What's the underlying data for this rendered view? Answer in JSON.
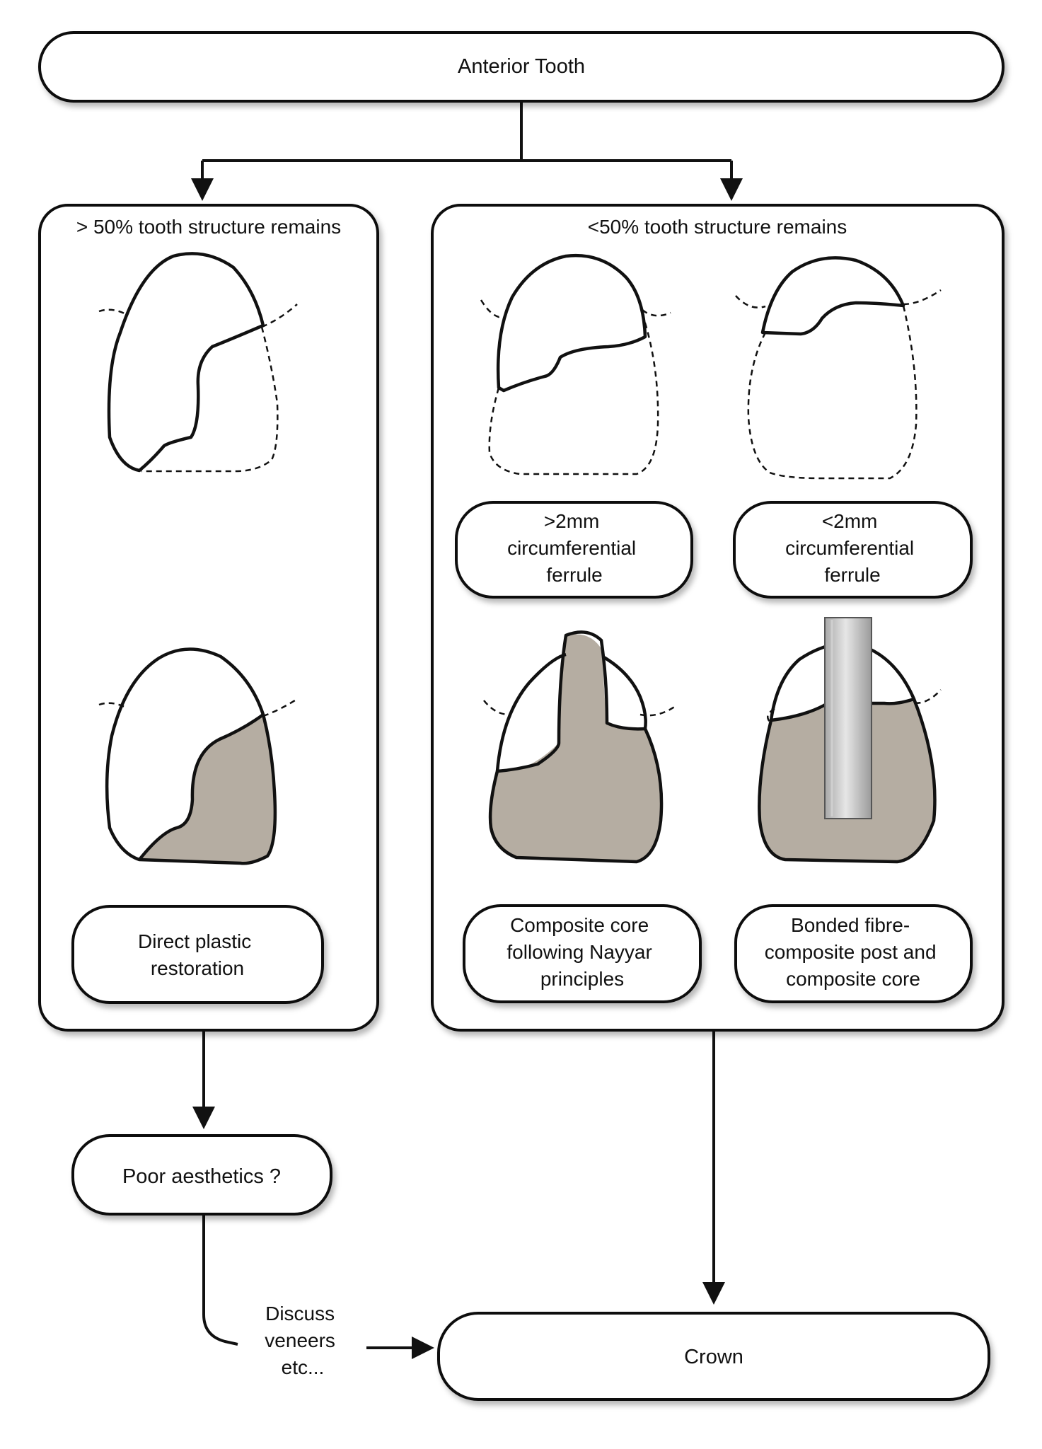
{
  "top": {
    "label": "Anterior Tooth"
  },
  "left_panel": {
    "title": "> 50% tooth structure remains",
    "result": [
      "Direct plastic",
      "restoration"
    ]
  },
  "right_panel": {
    "title": "<50% tooth structure remains",
    "ferrule_more": [
      ">2mm",
      "circumferential",
      "ferrule"
    ],
    "ferrule_less": [
      "<2mm",
      "circumferential",
      "ferrule"
    ],
    "core_more": [
      "Composite core",
      "following Nayyar",
      "principles"
    ],
    "core_less": [
      "Bonded fibre-",
      "composite post and",
      "composite core"
    ]
  },
  "poor_aesthetics": {
    "label": "Poor aesthetics ?"
  },
  "discuss": [
    "Discuss",
    "veneers",
    "etc..."
  ],
  "crown": {
    "label": "Crown"
  },
  "colors": {
    "fill": "#b5ada2",
    "stroke": "#111111",
    "post_fill": "#d4d4d4"
  }
}
